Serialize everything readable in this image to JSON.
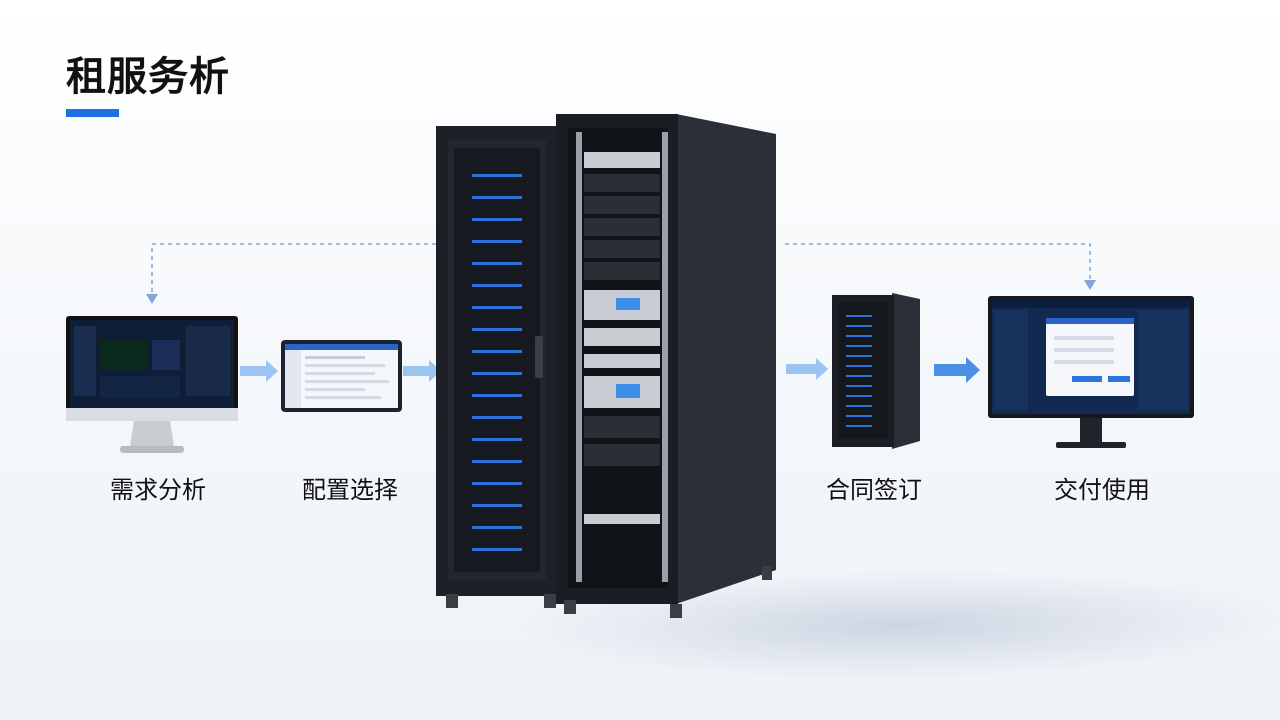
{
  "title": "租服务析",
  "steps": [
    {
      "label": "需求分析"
    },
    {
      "label": "配置选择"
    },
    {
      "label": "合同签订"
    },
    {
      "label": "交付使用"
    }
  ],
  "colors": {
    "accent": "#1e6fe0",
    "arrow": "#7fb3ee",
    "dashed": "#7fa8d8",
    "rack": "#23262d"
  }
}
